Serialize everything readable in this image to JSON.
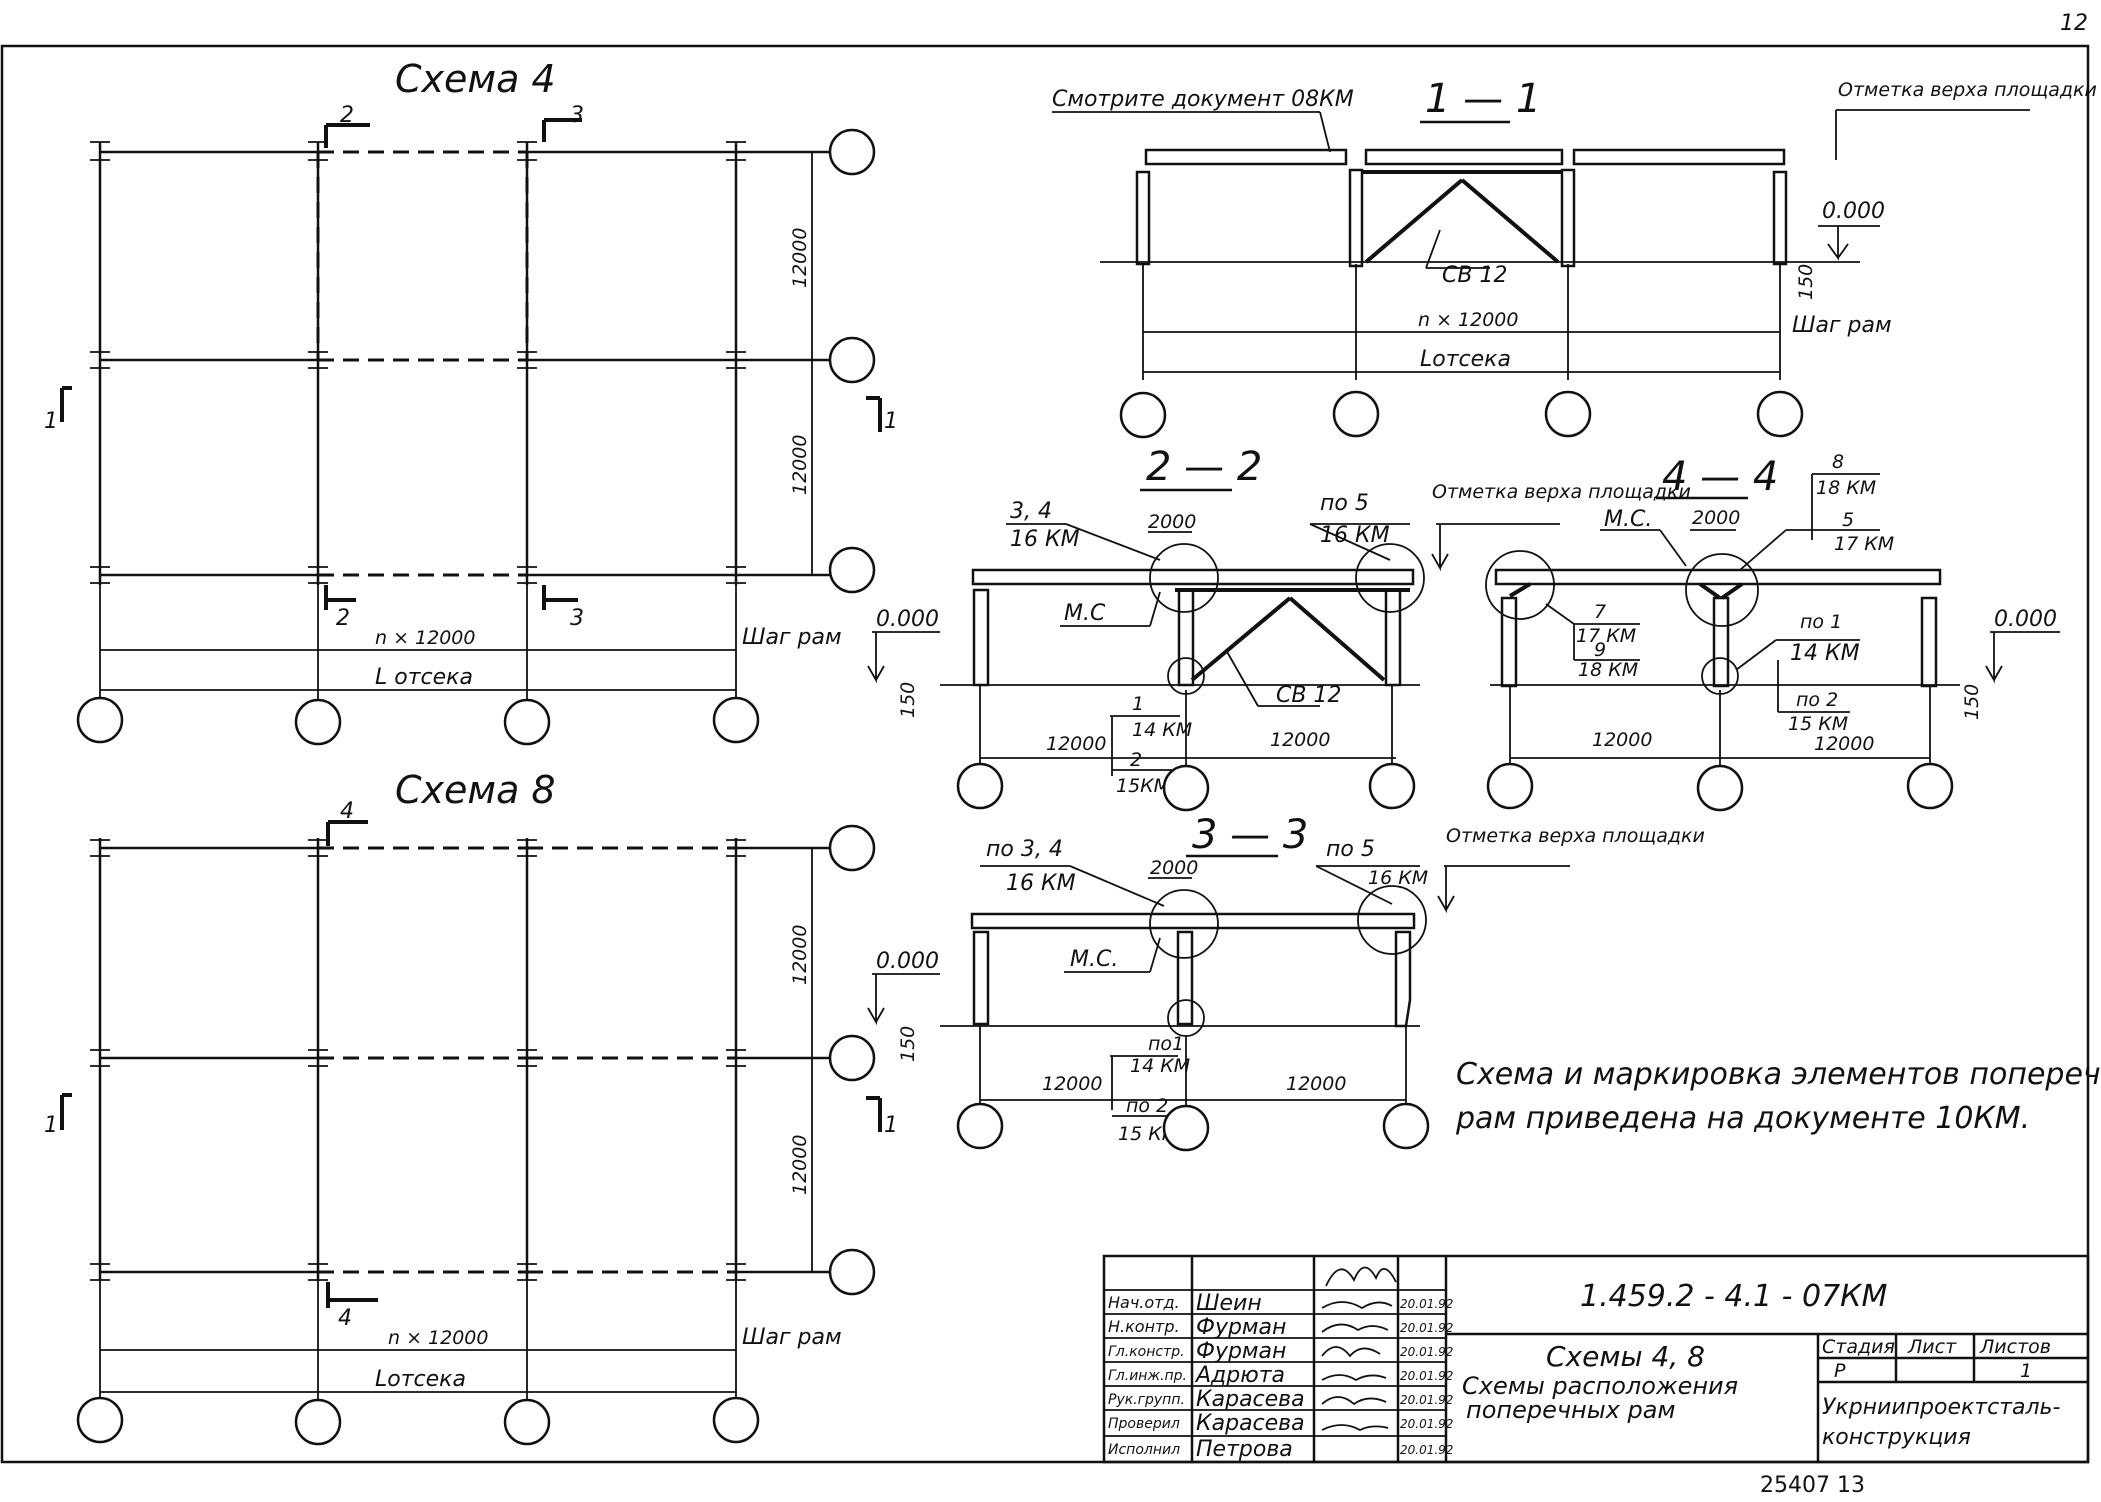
{
  "sheet_number": "12",
  "archive_number": "25407  13",
  "schemes": {
    "scheme4_title": "Схема  4",
    "scheme8_title": "Схема  8",
    "span_dim": "12000",
    "n_dim": "n × 12000",
    "step_label": "Шаг рам",
    "length_label_4": "L отсека",
    "length_label_8": "Lотсека",
    "cut_1": "1",
    "cut_2": "2",
    "cut_3": "3",
    "cut_4": "4"
  },
  "sections": {
    "s11": {
      "title": "1 — 1",
      "ref_doc": "Смотрите документ 08КМ",
      "level_top": "Отметка верха площадки",
      "level_zero": "0.000",
      "brace": "СВ 12",
      "dim_150": "150",
      "n_dim": "n × 12000",
      "step_label": "Шаг рам",
      "length_label": "Lотсека"
    },
    "s22": {
      "title": "2 — 2",
      "callout_a_num": "3, 4",
      "callout_a_doc": "16 КМ",
      "dim_2000": "2000",
      "callout_b_num": "по 5",
      "callout_b_doc": "16 КМ",
      "level_top": "Отметка верха площадки",
      "mc": "М.С",
      "level_zero": "0.000",
      "dim_150": "150",
      "brace": "СВ 12",
      "callout_c_num": "1",
      "callout_c_doc": "14 КМ",
      "callout_d_num": "2",
      "callout_d_doc": "15КМ",
      "span": "12000"
    },
    "s44": {
      "title": "4 — 4",
      "mc": "М.С.",
      "dim_2000": "2000",
      "callout_a_num": "8",
      "callout_a_doc": "18 КМ",
      "callout_b_num": "5",
      "callout_b_doc": "17 КМ",
      "callout_c_num": "7",
      "callout_c_doc": "17 КМ",
      "callout_d_num": "9",
      "callout_d_doc": "18 КМ",
      "callout_e_num": "по 1",
      "callout_e_doc": "14 КМ",
      "callout_f_num": "по 2",
      "callout_f_doc": "15 КМ",
      "level_zero": "0.000",
      "dim_150": "150",
      "span": "12000"
    },
    "s33": {
      "title": "3 — 3",
      "callout_a_num": "по 3, 4",
      "callout_a_doc": "16 КМ",
      "dim_2000": "2000",
      "callout_b_num": "по 5",
      "callout_b_doc": "16 КМ",
      "level_top": "Отметка верха площадки",
      "level_zero": "0.000",
      "mc": "М.С.",
      "dim_150": "150",
      "callout_c_num": "по1",
      "callout_c_doc": "14 КМ",
      "callout_d_num": "по 2",
      "callout_d_doc": "15 КМ",
      "span": "12000"
    }
  },
  "note": {
    "line1": "Схема и маркировка элементов поперечных",
    "line2": "рам приведена на документе 10КМ."
  },
  "title_block": {
    "roles": [
      "Нач.отд.",
      "Н.контр.",
      "Гл.констр.",
      "Гл.инж.пр.",
      "Рук.групп.",
      "Проверил",
      "Исполнил"
    ],
    "names": [
      "Шеин",
      "Фурман",
      "Фурман",
      "Адрюта",
      "Карасева",
      "Карасева",
      "Петрова"
    ],
    "dates": [
      "20.01.92",
      "20.01.92",
      "20.01.92",
      "20.01.92",
      "20.01.92",
      "20.01.92",
      "20.01.92"
    ],
    "code": "1.459.2 - 4.1 - 07КМ",
    "drawing_title_1": "Схемы 4, 8",
    "drawing_title_2": "Схемы расположения",
    "drawing_title_3": "поперечных   рам",
    "stage_label": "Стадия",
    "sheet_label": "Лист",
    "sheets_label": "Листов",
    "stage_value": "Р",
    "sheets_value": "1",
    "org_line1": "Укрниипроектсталь-",
    "org_line2": "конструкция"
  }
}
